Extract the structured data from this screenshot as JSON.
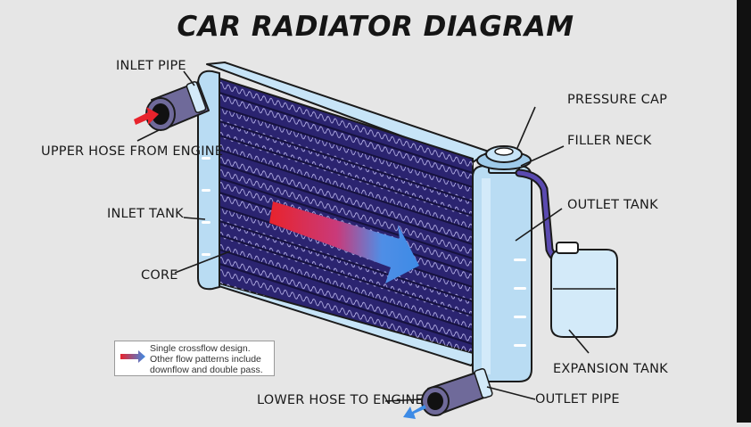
{
  "title": "CAR RADIATOR DIAGRAM",
  "labels": {
    "inlet_pipe": "INLET PIPE",
    "upper_hose": "UPPER HOSE FROM ENGINE",
    "inlet_tank": "INLET TANK",
    "core": "CORE",
    "pressure_cap": "PRESSURE CAP",
    "filler_neck": "FILLER NECK",
    "outlet_tank": "OUTLET TANK",
    "expansion_tank": "EXPANSION TANK",
    "outlet_pipe": "OUTLET PIPE",
    "lower_hose": "LOWER HOSE TO ENGINE"
  },
  "legend": {
    "lines": [
      "Single crossflow design.",
      "Other flow patterns include",
      "downflow and double pass."
    ]
  },
  "colors": {
    "hot": "#e8232c",
    "cold": "#3d8be6",
    "core": "#2b2470",
    "tank": "#b9dcf3",
    "hose": "#6f6a9a"
  }
}
